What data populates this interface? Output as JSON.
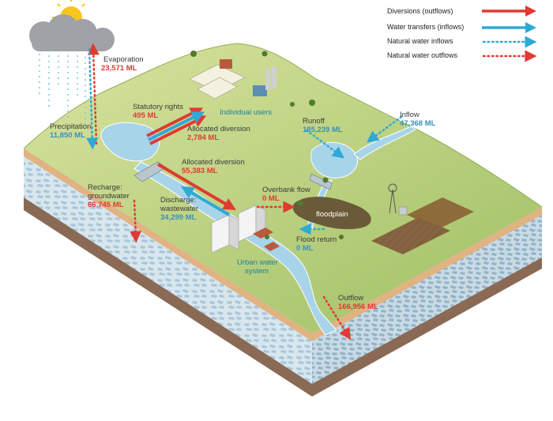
{
  "legend": {
    "items": [
      {
        "label": "Diversions (outflows)",
        "color": "#e03a33"
      },
      {
        "label": "Water transfers (inflows)",
        "color": "#2fa9d6"
      },
      {
        "label": "Natural water inflows",
        "color": "#2fa9d6"
      },
      {
        "label": "Natural water outflows",
        "color": "#e03a33"
      }
    ]
  },
  "flows": {
    "evaporation": {
      "label": "Evaporation",
      "value": "23,571 ML"
    },
    "precipitation": {
      "label": "Precipitation",
      "value": "11,850 ML"
    },
    "statutory_rights": {
      "label": "Statutory rights",
      "value": "495 ML"
    },
    "allocated_diversion_1": {
      "label": "Allocated diversion",
      "value": "2,784 ML"
    },
    "allocated_diversion_2": {
      "label": "Allocated diversion",
      "value": "55,383 ML"
    },
    "recharge": {
      "label1": "Recharge:",
      "label2": "groundwater",
      "value": "66,745 ML"
    },
    "discharge": {
      "label1": "Discharge:",
      "label2": "wastewater",
      "value": "34,299 ML"
    },
    "runoff": {
      "label": "Runoff",
      "value": "185,239 ML"
    },
    "inflow": {
      "label": "Inflow",
      "value": "47,368 ML"
    },
    "overbank": {
      "label": "Overbank flow",
      "value": "0 ML"
    },
    "flood_return": {
      "label": "Flood return",
      "value": "0 ML"
    },
    "outflow": {
      "label": "Outflow",
      "value": "166,956 ML"
    }
  },
  "places": {
    "individual_users": "Individual users",
    "urban_water": {
      "line1": "Urban water",
      "line2": "system"
    },
    "floodplain": "floodplain"
  }
}
